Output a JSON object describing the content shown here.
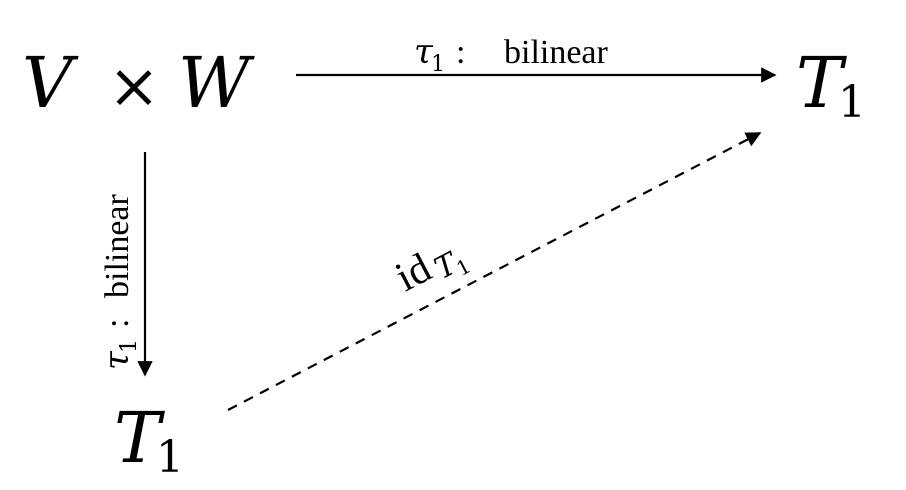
{
  "diagram": {
    "nodes": {
      "source": {
        "base": "V",
        "op": "×",
        "base2": "W"
      },
      "target_right": {
        "base": "T",
        "sub": "1"
      },
      "target_bottom": {
        "base": "T",
        "sub": "1"
      }
    },
    "arrows": {
      "top": {
        "symbol": "τ",
        "sub": "1",
        "sep": ":",
        "text": "bilinear",
        "style": "solid"
      },
      "left": {
        "symbol": "τ",
        "sub": "1",
        "sep": ":",
        "text": "bilinear",
        "style": "solid"
      },
      "diagonal": {
        "text": "id",
        "sub_base": "T",
        "sub": "1",
        "style": "dashed"
      }
    }
  }
}
